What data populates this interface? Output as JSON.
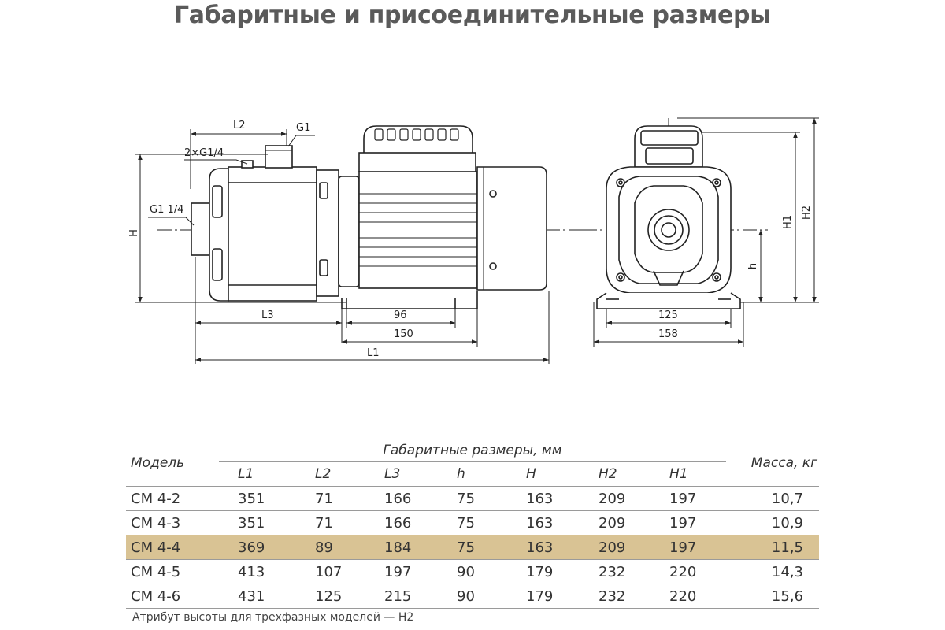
{
  "title": "Габаритные и присоединительные размеры",
  "diagram_labels": {
    "L2": "L2",
    "G1": "G1",
    "G1_4": "2×G1/4",
    "G1_1_4": "G1 1/4",
    "H": "H",
    "L3": "L3",
    "d96": "96",
    "d150": "150",
    "L1": "L1",
    "d125": "125",
    "d158": "158",
    "H1": "H1",
    "H2": "H2",
    "h": "h"
  },
  "table": {
    "model_header": "Модель",
    "group_header": "Габаритные размеры, мм",
    "mass_header": "Масса, кг",
    "columns": [
      "L1",
      "L2",
      "L3",
      "h",
      "H",
      "H2",
      "H1"
    ],
    "rows": [
      {
        "model": "CM 4-2",
        "values": [
          "351",
          "71",
          "166",
          "75",
          "163",
          "209",
          "197"
        ],
        "mass": "10,7"
      },
      {
        "model": "CM 4-3",
        "values": [
          "351",
          "71",
          "166",
          "75",
          "163",
          "209",
          "197"
        ],
        "mass": "10,9"
      },
      {
        "model": "CM 4-4",
        "values": [
          "369",
          "89",
          "184",
          "75",
          "163",
          "209",
          "197"
        ],
        "mass": "11,5",
        "highlight": true
      },
      {
        "model": "CM 4-5",
        "values": [
          "413",
          "107",
          "197",
          "90",
          "179",
          "232",
          "220"
        ],
        "mass": "14,3"
      },
      {
        "model": "CM 4-6",
        "values": [
          "431",
          "125",
          "215",
          "90",
          "179",
          "232",
          "220"
        ],
        "mass": "15,6"
      }
    ]
  },
  "footnote": "Атрибут высоты для трехфазных моделей — H2",
  "colors": {
    "highlight": "#d9c394",
    "title": "#5a5a5a",
    "line": "#222222"
  }
}
